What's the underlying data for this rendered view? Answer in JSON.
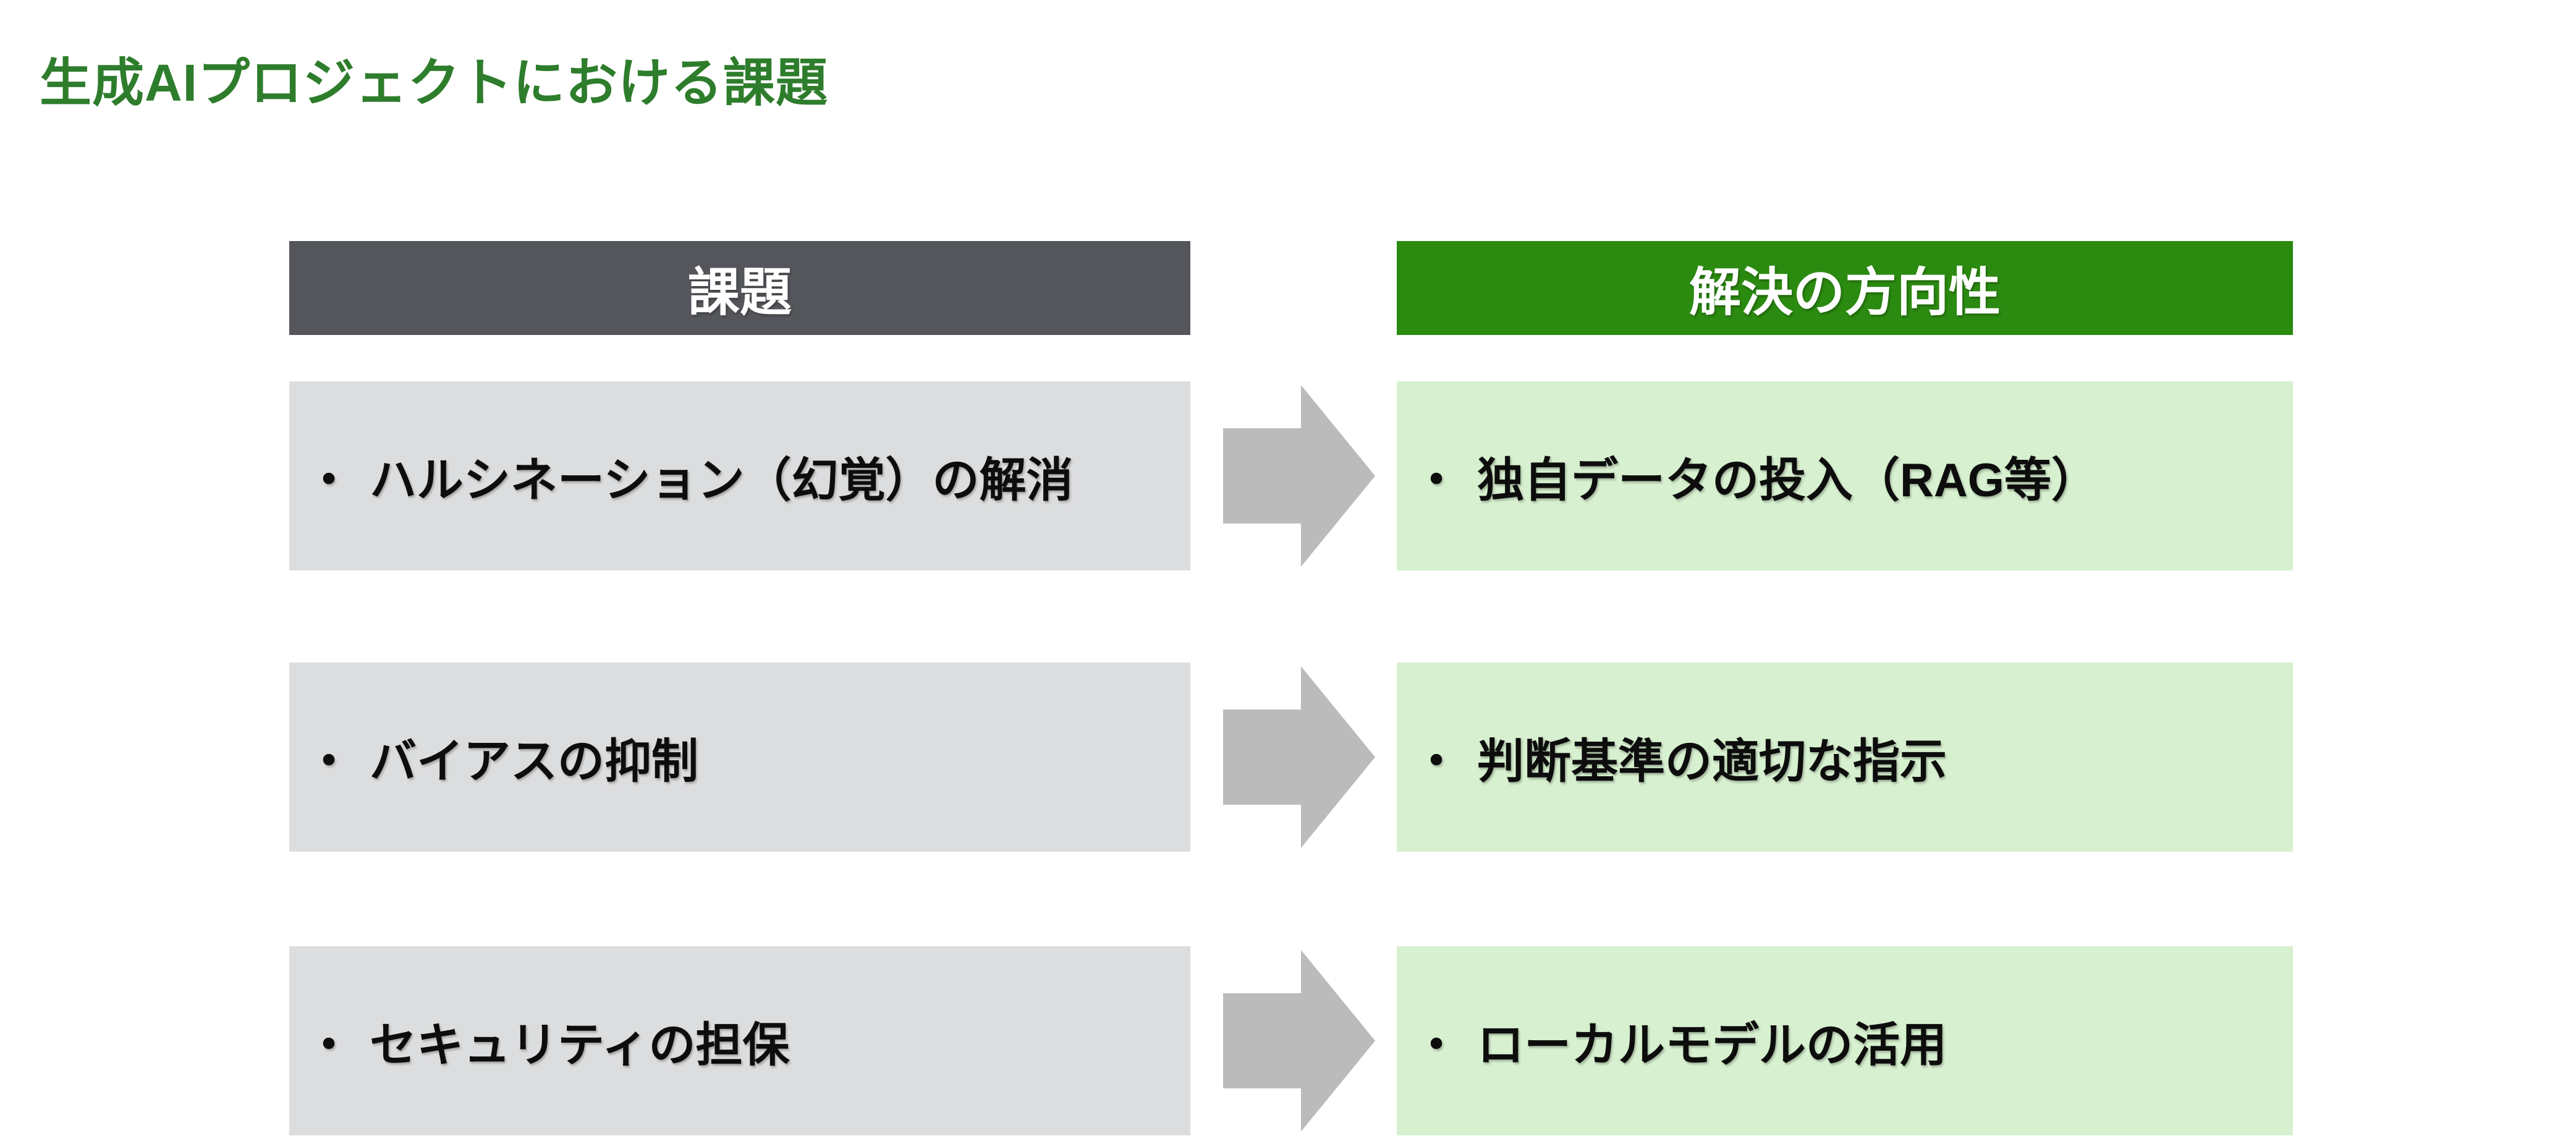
{
  "slide": {
    "title": "生成AIプロジェクトにおける課題",
    "bullet": "・",
    "columns": {
      "left_header": "課題",
      "right_header": "解決の方向性"
    },
    "rows": [
      {
        "challenge": "ハルシネーション（幻覚）の解消",
        "solution": "独自データの投入（RAG等）"
      },
      {
        "challenge": "バイアスの抑制",
        "solution": "判断基準の適切な指示"
      },
      {
        "challenge": "セキュリティの担保",
        "solution": "ローカルモデルの活用"
      }
    ],
    "colors": {
      "title_text": "#2E7D2C",
      "challenge_header_bg": "#54565B",
      "solution_header_bg": "#2B8A10",
      "challenge_box_bg": "#DCDDDE",
      "solution_box_bg": "#D7F0CF",
      "arrow": "#BBBBBB",
      "header_text": "#FFFFFF",
      "body_text": "#0D0D0D",
      "background": "#FFFFFF"
    }
  }
}
